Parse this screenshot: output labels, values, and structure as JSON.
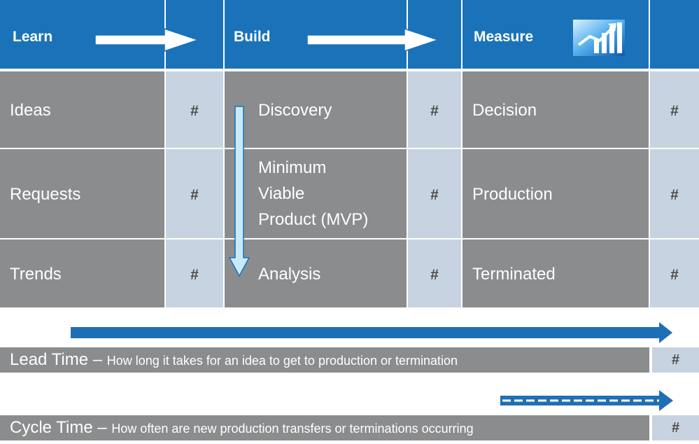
{
  "columns": [
    {
      "header": "Learn",
      "rows": [
        "Ideas",
        "Requests",
        "Trends"
      ]
    },
    {
      "header": "Build",
      "rows": [
        "Discovery",
        "Minimum Viable Product (MVP)",
        "Analysis"
      ]
    },
    {
      "header": "Measure",
      "rows": [
        "Decision",
        "Production",
        "Terminated"
      ]
    }
  ],
  "count_placeholder": "#",
  "mvp_lines": [
    "Minimum",
    "Viable",
    "Product (MVP)"
  ],
  "lead_time": {
    "title": "Lead Time",
    "dash": " – ",
    "description": "How long it takes for an idea to get to production or termination",
    "value": "#"
  },
  "cycle_time": {
    "title": "Cycle Time",
    "dash": " – ",
    "description": "How often are new production transfers or terminations occurring",
    "value": "#"
  },
  "icons": {
    "measure": "bar-chart-icon"
  },
  "colors": {
    "header": "#1a73b8",
    "cell": "#8a8c8e",
    "count_cell": "#c7d3e1",
    "arrow": "#1f6fb5"
  }
}
